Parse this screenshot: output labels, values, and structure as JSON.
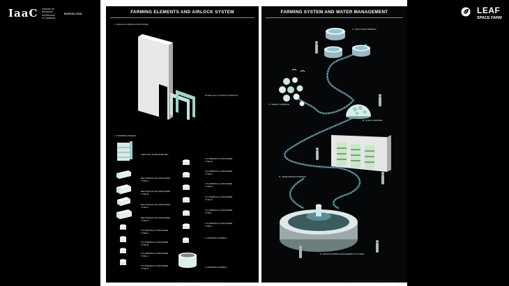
{
  "header": {
    "iaac_logo": "IaaC",
    "iaac_lines": [
      "Institute for",
      "advanced",
      "architecture",
      "of Catalonia"
    ],
    "iaac_city": "BARCELONA",
    "leaf_title": "LEAF",
    "leaf_subtitle": "SPACE FARM",
    "leaf_icon": "leaf-icon"
  },
  "left_panel": {
    "title": "FARMING ELEMENTS AND AIRLOCK SYSTEM",
    "section1": "1. AIRLOCK CIRCULATION DOOR",
    "door_note": "Double layer of airlock doorframes",
    "section2": "2. FARMING MODELS",
    "left_labels": [
      [
        "VERTICAL FARM SHELVES"
      ],
      [
        "RECTANGULAR CONTAINER",
        "TYPE A"
      ],
      [
        "RECTANGULAR CONTAINER",
        "TYPE B"
      ],
      [
        "RECTANGULAR CONTAINER",
        "TYPE C"
      ],
      [
        "RECTANGULAR CONTAINER",
        "TYPE D"
      ],
      [
        "CYLINDRICAL CONTAINER",
        "TYPE A"
      ],
      [
        "CYLINDRICAL CONTAINER",
        "TYPE B"
      ],
      [
        "CYLINDRICAL CONTAINER",
        "TYPE C"
      ],
      [
        "CYLINDRICAL CONTAINER",
        "TYPE D"
      ]
    ],
    "right_labels": [
      [
        "CYLINDRICAL CONTAINER",
        "TYPE E"
      ],
      [
        "CYLINDRICAL CONTAINER",
        "TYPE F"
      ],
      [
        "CYLINDRICAL CONTAINER",
        "TYPE G"
      ],
      [
        "CYLINDRICAL CONTAINER",
        "TYPE H"
      ],
      [
        "CYLINDRICAL CONTAINER",
        "TYPE I"
      ],
      [
        "CYLINDRICAL CONTAINER",
        "TYPE J"
      ],
      [
        "3. FARMING MODELS"
      ],
      [
        "3. FARMING MODELS"
      ]
    ],
    "caption": "SAMPLE ELEMENTS FOR SPACE FARMING SCALE 1:50"
  },
  "right_panel": {
    "title": "FARMING SYSTEM AND WATER MANAGEMENT",
    "labels": {
      "fish_tank": "A. FISH TANK FARMING",
      "insect": "C. INSECT FARMING",
      "fungi": "B. FUNGI FARMING",
      "vegetables": "D. VEGETABLES FARMING",
      "waste_water": "E. WASTE WATER MANAGEMENT SYSTEM"
    },
    "caption": "ACTIVITY FLOW AT SPACE FARMING SCALE 1:50"
  }
}
